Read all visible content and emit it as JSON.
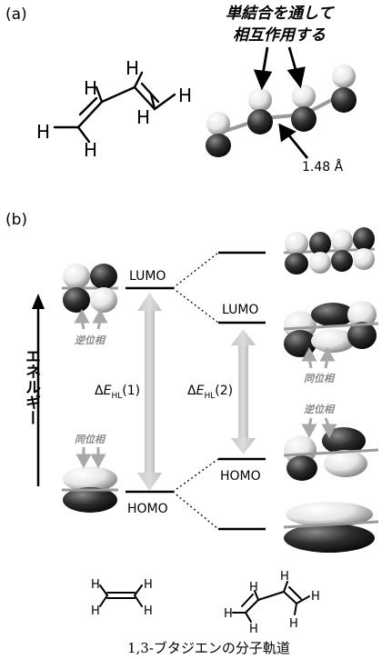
{
  "panel_a": {
    "label": "(a)",
    "callout": [
      "単結合を通して",
      "相互作用する"
    ],
    "bond_length": "1.48 Å",
    "atom_labels": [
      "H",
      "H",
      "H",
      "H",
      "H",
      "H"
    ]
  },
  "panel_b": {
    "label": "(b)",
    "axis_label": "エネルギー",
    "ethylene": {
      "lumo_label": "LUMO",
      "homo_label": "HOMO",
      "gap_label": {
        "delta": "Δ",
        "var": "E",
        "sub": "HL",
        "num": "(1)"
      },
      "lumo_phase": "逆位相",
      "homo_phase": "同位相"
    },
    "butadiene": {
      "lumo_label": "LUMO",
      "homo_label": "HOMO",
      "gap_label": {
        "delta": "Δ",
        "var": "E",
        "sub": "HL",
        "num": "(2)"
      },
      "phase_upper": "同位相",
      "phase_lower": "逆位相"
    }
  },
  "caption": "1,3-ブタジエンの分子軌道"
}
